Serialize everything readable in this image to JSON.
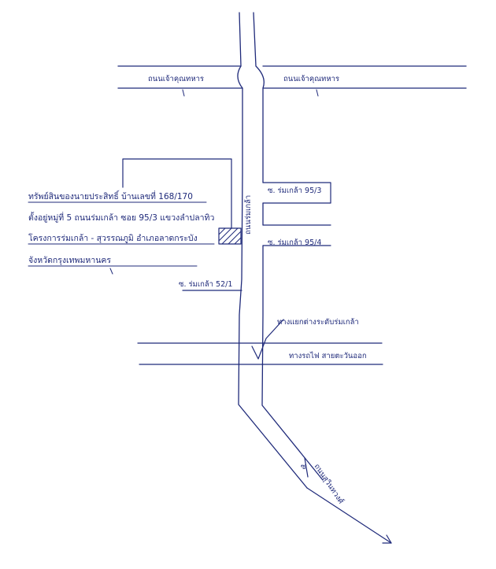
{
  "map": {
    "labels": {
      "road_left": "ถนนเจ้าคุณทหาร",
      "road_right": "ถนนเจ้าคุณทหาร",
      "main_road_vertical": "ถนนร่มเกล้า",
      "soi_95_3": "ซ. ร่มเกล้า 95/3",
      "soi_95_4": "ซ. ร่มเกล้า 95/4",
      "soi_52_1": "ซ. ร่มเกล้า 52/1",
      "railway_bridge": "ทางแยกต่างระดับร่มเกล้า",
      "railway": "ทางรถไฟ สายตะวันออก",
      "road_bottom": "ถนนสุวินทวงศ์",
      "bottom_mark": "ซ"
    },
    "address_note": [
      "ทรัพย์สินของนายประสิทธิ์ บ้านเลขที่ 168/170",
      "ตั้งอยู่หมู่ที่ 5 ถนนร่มเกล้า ซอย 95/3 แขวงลำปลาทิว",
      "โครงการร่มเกล้า - สุวรรณภูมิ อำเภอลาดกระบัง",
      "จังหวัดกรุงเทพมหานคร"
    ]
  }
}
